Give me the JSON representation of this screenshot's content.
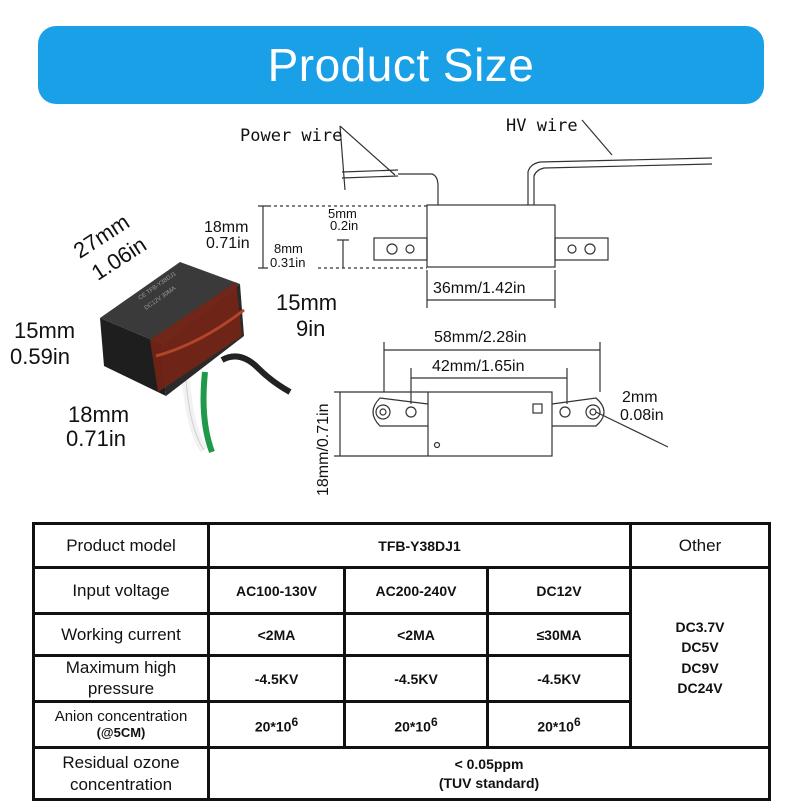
{
  "banner": {
    "title": "Product Size"
  },
  "top_diagram": {
    "power_wire": "Power wire",
    "hv_wire": "HV wire",
    "height_mm": "18mm",
    "height_in": "0.71in",
    "gap_mm": "5mm",
    "gap_in": "0.2in",
    "base_mm": "8mm",
    "base_in": "0.31in",
    "width_label": "36mm/1.42in"
  },
  "photo": {
    "length_mm": "27mm",
    "length_in": "1.06in",
    "height_mm": "15mm",
    "height_in": "0.59in",
    "depth_mm": "18mm",
    "depth_in": "0.71in",
    "partial_mm": "15mm",
    "partial_in": "9in"
  },
  "bottom_diagram": {
    "overall_width": "58mm/2.28in",
    "hole_spacing": "42mm/1.65in",
    "height": "18mm/0.71in",
    "hole_mm": "2mm",
    "hole_in": "0.08in"
  },
  "table": {
    "row_model": {
      "label": "Product model",
      "model": "TFB-Y38DJ1",
      "other": "Other"
    },
    "row_voltage": {
      "label": "Input voltage",
      "v1": "AC100-130V",
      "v2": "AC200-240V",
      "v3": "DC12V"
    },
    "other_values": [
      "DC3.7V",
      "DC5V",
      "DC9V",
      "DC24V"
    ],
    "row_current": {
      "label": "Working current",
      "v1": "<2MA",
      "v2": "<2MA",
      "v3": "≤30MA"
    },
    "row_pressure": {
      "label_1": "Maximum high",
      "label_2": "pressure",
      "v1": "-4.5KV",
      "v2": "-4.5KV",
      "v3": "-4.5KV"
    },
    "row_anion": {
      "label_1": "Anion concentration",
      "label_2": "(@5CM)",
      "base": "20*10",
      "exp": "6"
    },
    "row_ozone": {
      "label_1": "Residual ozone",
      "label_2": "concentration",
      "value_1": "< 0.05ppm",
      "value_2": "(TUV standard)"
    }
  }
}
